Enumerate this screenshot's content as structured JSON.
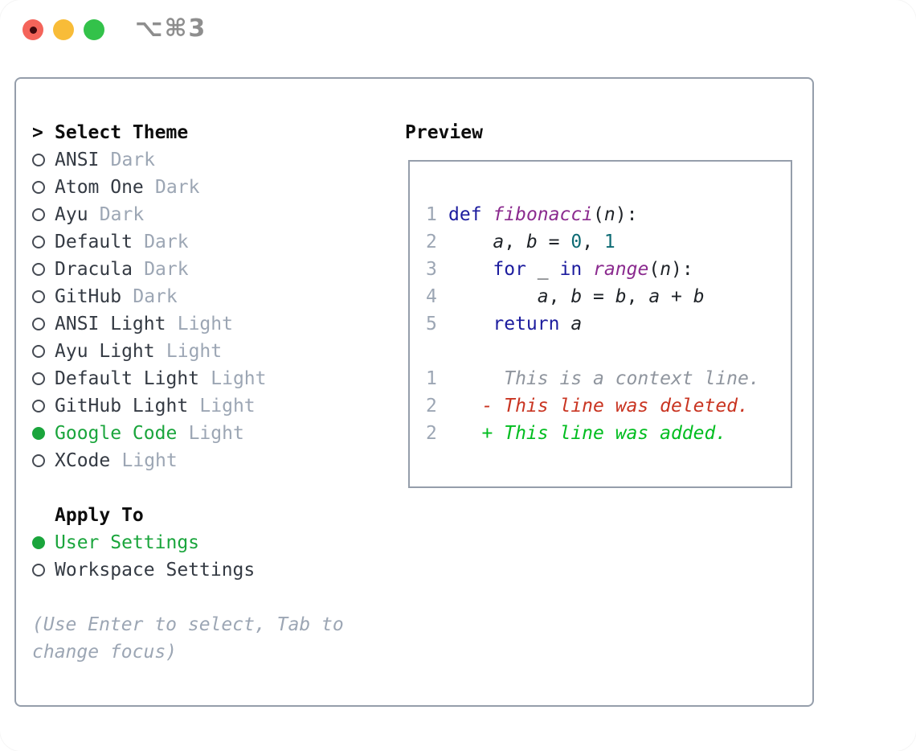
{
  "titlebar": {
    "shortcut": "⌥⌘3"
  },
  "icons": {
    "traffic_red": "close-circle",
    "traffic_yellow": "minimize-circle",
    "traffic_green": "zoom-circle",
    "header_prefix": ">",
    "radio_unselected": "circle-outline",
    "radio_selected": "circle-filled-green"
  },
  "colors": {
    "green": "#1aa53c",
    "dim": "#9ca6b4",
    "border": "#959eab",
    "kw": "#1c1c9e",
    "fn": "#8b2b8f",
    "num": "#0e6b74",
    "ctx": "#8f959e",
    "del": "#c93522",
    "add": "#00bd1f"
  },
  "theme_panel": {
    "header": {
      "prefix": ">",
      "label": "Select Theme"
    },
    "themes": [
      {
        "name": "ANSI",
        "variant": "Dark",
        "selected": false
      },
      {
        "name": "Atom One",
        "variant": "Dark",
        "selected": false
      },
      {
        "name": "Ayu",
        "variant": "Dark",
        "selected": false
      },
      {
        "name": "Default",
        "variant": "Dark",
        "selected": false
      },
      {
        "name": "Dracula",
        "variant": "Dark",
        "selected": false
      },
      {
        "name": "GitHub",
        "variant": "Dark",
        "selected": false
      },
      {
        "name": "ANSI Light",
        "variant": "Light",
        "selected": false
      },
      {
        "name": "Ayu Light",
        "variant": "Light",
        "selected": false
      },
      {
        "name": "Default Light",
        "variant": "Light",
        "selected": false
      },
      {
        "name": "GitHub Light",
        "variant": "Light",
        "selected": false
      },
      {
        "name": "Google Code",
        "variant": "Light",
        "selected": true
      },
      {
        "name": "XCode",
        "variant": "Light",
        "selected": false
      }
    ],
    "apply_to": {
      "label": "Apply To",
      "options": [
        {
          "name": "User Settings",
          "selected": true
        },
        {
          "name": "Workspace Settings",
          "selected": false
        }
      ]
    },
    "hint": "(Use Enter to select, Tab to change focus)"
  },
  "preview": {
    "label": "Preview",
    "lines": [
      {
        "num": "1",
        "tokens": [
          {
            "t": "def",
            "c": "kw"
          },
          {
            "t": " ",
            "c": "pun"
          },
          {
            "t": "fibonacci",
            "c": "fn"
          },
          {
            "t": "(",
            "c": "pun"
          },
          {
            "t": "n",
            "c": "var"
          },
          {
            "t": "):",
            "c": "pun"
          }
        ]
      },
      {
        "num": "2",
        "tokens": [
          {
            "t": "    ",
            "c": "pun"
          },
          {
            "t": "a",
            "c": "var"
          },
          {
            "t": ", ",
            "c": "pun"
          },
          {
            "t": "b",
            "c": "var"
          },
          {
            "t": " = ",
            "c": "pun"
          },
          {
            "t": "0",
            "c": "num"
          },
          {
            "t": ", ",
            "c": "pun"
          },
          {
            "t": "1",
            "c": "num"
          }
        ]
      },
      {
        "num": "3",
        "tokens": [
          {
            "t": "    ",
            "c": "pun"
          },
          {
            "t": "for",
            "c": "kw"
          },
          {
            "t": " ",
            "c": "pun"
          },
          {
            "t": "_",
            "c": "var"
          },
          {
            "t": " ",
            "c": "pun"
          },
          {
            "t": "in",
            "c": "kw"
          },
          {
            "t": " ",
            "c": "pun"
          },
          {
            "t": "range",
            "c": "fn"
          },
          {
            "t": "(",
            "c": "pun"
          },
          {
            "t": "n",
            "c": "var"
          },
          {
            "t": "):",
            "c": "pun"
          }
        ]
      },
      {
        "num": "4",
        "tokens": [
          {
            "t": "        ",
            "c": "pun"
          },
          {
            "t": "a",
            "c": "var"
          },
          {
            "t": ", ",
            "c": "pun"
          },
          {
            "t": "b",
            "c": "var"
          },
          {
            "t": " = ",
            "c": "pun"
          },
          {
            "t": "b",
            "c": "var"
          },
          {
            "t": ", ",
            "c": "pun"
          },
          {
            "t": "a",
            "c": "var"
          },
          {
            "t": " + ",
            "c": "pun"
          },
          {
            "t": "b",
            "c": "var"
          }
        ]
      },
      {
        "num": "5",
        "tokens": [
          {
            "t": "    ",
            "c": "pun"
          },
          {
            "t": "return",
            "c": "kw"
          },
          {
            "t": " ",
            "c": "pun"
          },
          {
            "t": "a",
            "c": "var"
          }
        ]
      },
      {
        "num": "",
        "tokens": []
      },
      {
        "num": "1",
        "tokens": [
          {
            "t": "     This is a context line.",
            "c": "ctx"
          }
        ]
      },
      {
        "num": "2",
        "tokens": [
          {
            "t": "   - This line was deleted.",
            "c": "del"
          }
        ]
      },
      {
        "num": "2",
        "tokens": [
          {
            "t": "   + This line was added.",
            "c": "add"
          }
        ]
      }
    ]
  }
}
